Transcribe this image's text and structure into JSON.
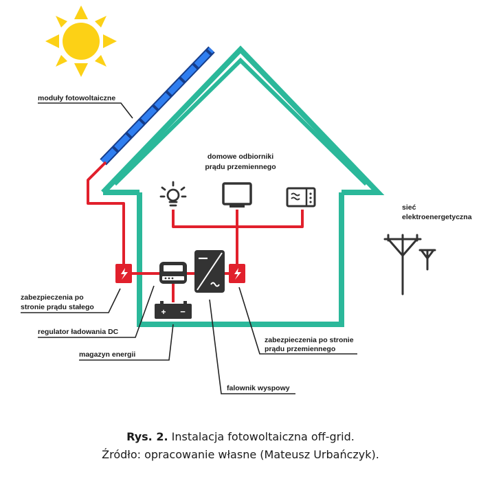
{
  "labels": {
    "pv_modules": "moduły fotowoltaiczne",
    "ac_loads_line1": "domowe odbiorniki",
    "ac_loads_line2": "prądu przemiennego",
    "grid_line1": "sieć",
    "grid_line2": "elektroenergetyczna",
    "dc_protection_line1": "zabezpieczenia po",
    "dc_protection_line2": "stronie prądu stałego",
    "charge_controller": "regulator ładowania DC",
    "energy_storage": "magazyn energii",
    "ac_protection_line1": "zabezpieczenia po stronie",
    "ac_protection_line2": "prądu przemiennego",
    "inverter": "falownik wyspowy"
  },
  "caption": {
    "figure_label": "Rys. 2.",
    "title": "Instalacja fotowoltaiczna off-grid.",
    "source": "Źródło: opracowanie własne (Mateusz Urbańczyk)."
  },
  "colors": {
    "house": "#2bb89a",
    "wire": "#e1202c",
    "sun": "#fcd116",
    "panel": "#1f5fd6",
    "device": "#333333",
    "leader": "#222222"
  },
  "icons": [
    "sun-icon",
    "bulb-icon",
    "tv-icon",
    "microwave-icon",
    "fuse-icon",
    "charge-controller-icon",
    "battery-icon",
    "inverter-icon",
    "power-pylon-icon"
  ]
}
